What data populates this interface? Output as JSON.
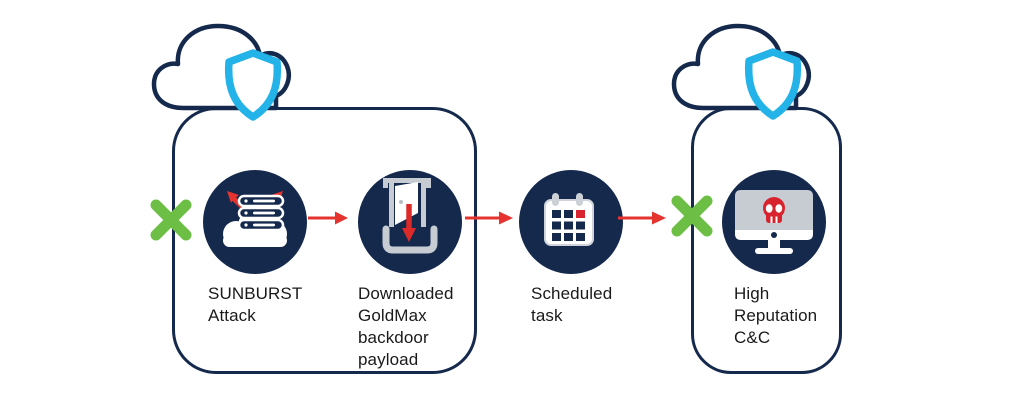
{
  "colors": {
    "navy": "#15294d",
    "shield_cyan": "#23b3e8",
    "block_green": "#6cbe45",
    "arrow_red": "#e5342f",
    "icon_red": "#d8232e",
    "icon_gray": "#c7ccd3",
    "text": "#1a1a1a",
    "background": "#ffffff"
  },
  "diagram": {
    "type": "attack-chain-flow",
    "zones": [
      {
        "name": "secure-cloud-zone-1",
        "badge": "cloud-with-shield",
        "blocked": true
      },
      {
        "name": "secure-cloud-zone-2",
        "badge": "cloud-with-shield",
        "blocked": true
      }
    ],
    "stages": [
      {
        "icon": "sunburst-attack-icon",
        "label": "SUNBURST\nAttack"
      },
      {
        "icon": "backdoor-download-icon",
        "label": "Downloaded\nGoldMax\nbackdoor\npayload"
      },
      {
        "icon": "scheduled-task-calendar-icon",
        "label": "Scheduled\ntask"
      },
      {
        "icon": "cc-infected-monitor-icon",
        "label": "High\nReputation\nC&C"
      }
    ],
    "connectors": [
      {
        "type": "red-arrow",
        "from": 0,
        "to": 1
      },
      {
        "type": "red-arrow",
        "from": 1,
        "to": 2
      },
      {
        "type": "red-arrow",
        "from": 2,
        "to": 3
      }
    ],
    "block_markers": [
      {
        "type": "green-x",
        "position": "zone-1-left-boundary"
      },
      {
        "type": "green-x",
        "position": "zone-2-left-boundary"
      }
    ]
  }
}
